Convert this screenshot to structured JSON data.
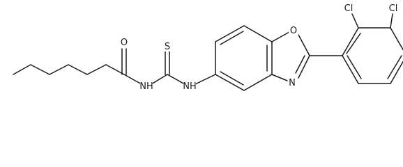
{
  "molecule": {
    "atoms": {
      "o_carbonyl": "O",
      "nh_amide": "NH",
      "s_thione": "S",
      "nh_amine": "NH",
      "o_ring": "O",
      "n_ring": "N",
      "cl_2": "Cl",
      "cl_3": "Cl"
    }
  }
}
